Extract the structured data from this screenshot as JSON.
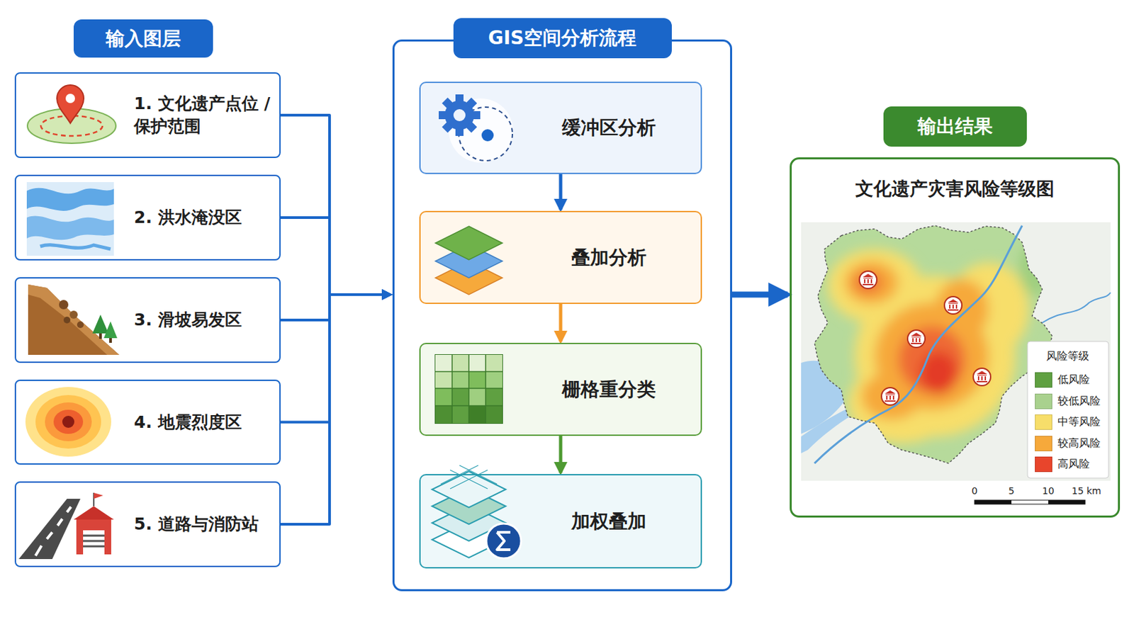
{
  "diagram": {
    "nodes": [
      {
        "text": [
          "输入图层"
        ]
      },
      {
        "text": [
          "1. 文化遗产点位 / 保护范围"
        ]
      },
      {
        "text": [
          "2. 洪水淹没区"
        ]
      },
      {
        "text": [
          "3. 滑坡易发区"
        ]
      },
      {
        "text": [
          "4. 地震烈度区"
        ]
      },
      {
        "text": [
          "5. 道路与消防站"
        ]
      },
      {
        "text": [
          "GIS空间分析流程"
        ]
      },
      {
        "text": [
          "缓冲区分析"
        ],
        "in": 6
      },
      {
        "text": [
          "叠加分析"
        ],
        "in": 6
      },
      {
        "text": [
          "栅格重分类"
        ],
        "in": 6
      },
      {
        "text": [
          "加权叠加"
        ],
        "in": 6
      },
      {
        "text": [
          "输出结果",
          "文化遗产灾害风险等级图"
        ]
      }
    ],
    "edges": [
      {
        "from": 1,
        "to": 6,
        "arrow": "to"
      },
      {
        "from": 2,
        "to": 6,
        "arrow": "to"
      },
      {
        "from": 3,
        "to": 6,
        "arrow": "to"
      },
      {
        "from": 4,
        "to": 6,
        "arrow": "to"
      },
      {
        "from": 5,
        "to": 6,
        "arrow": "to"
      },
      {
        "from": 7,
        "to": 8,
        "arrow": "to"
      },
      {
        "from": 8,
        "to": 9,
        "arrow": "to"
      },
      {
        "from": 9,
        "to": 10,
        "arrow": "to"
      },
      {
        "from": 6,
        "to": 11,
        "arrow": "to"
      }
    ],
    "labels": [
      "风险等级",
      "0",
      "5",
      "10",
      "15 km"
    ],
    "legend": [
      {
        "text": "低风险",
        "color": "#5fa041"
      },
      {
        "text": "较低风险",
        "color": "#a9d18e"
      },
      {
        "text": "中等风险",
        "color": "#f7de6a"
      },
      {
        "text": "较高风险",
        "color": "#f6a93b"
      },
      {
        "text": "高风险",
        "color": "#e8452c"
      }
    ]
  }
}
